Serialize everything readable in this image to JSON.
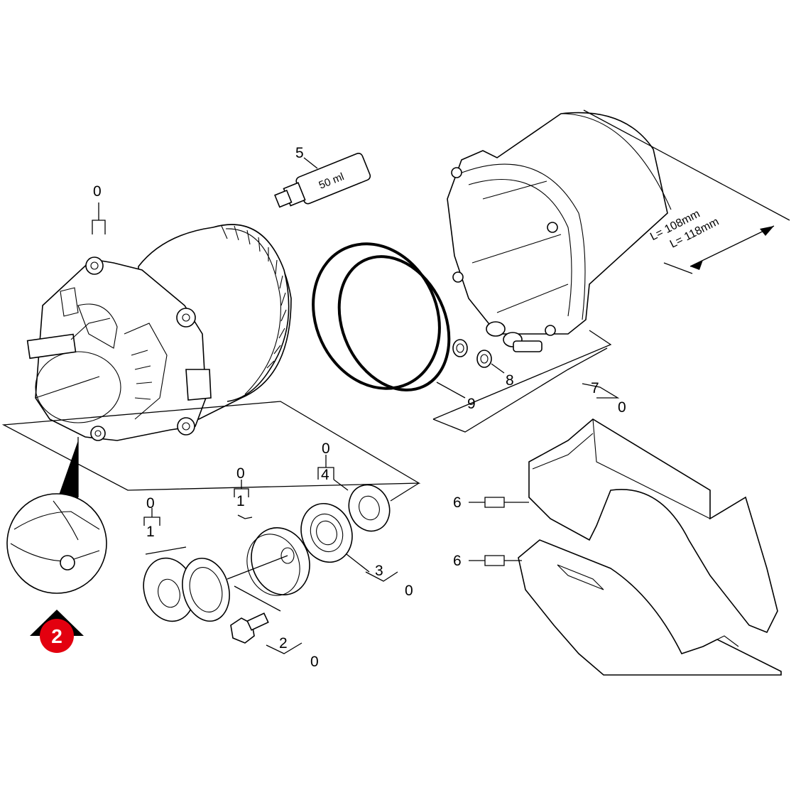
{
  "diagram": {
    "callouts": {
      "c0_motor": "0",
      "c5_tube": "5",
      "tube_text": "50 ml",
      "c9_oring": "9",
      "c8_washer": "8",
      "c7_housing": "7",
      "c0_housing": "0",
      "dim_l1": "L= 108mm",
      "dim_l2": "L= 118mm",
      "c6_upper": "6",
      "c6_lower": "6",
      "c0_bearing4": "0",
      "c4_bearing": "4",
      "c0_cap": "0",
      "c1_cap": "1",
      "c0_washer1": "0",
      "c1_washer": "1",
      "c3_bearing": "3",
      "c0_bearing3": "0",
      "c2_screw": "2",
      "c0_screw": "0"
    },
    "marker": {
      "number": "2",
      "color": "#e3000f",
      "icon": "arrow-up-icon"
    }
  }
}
